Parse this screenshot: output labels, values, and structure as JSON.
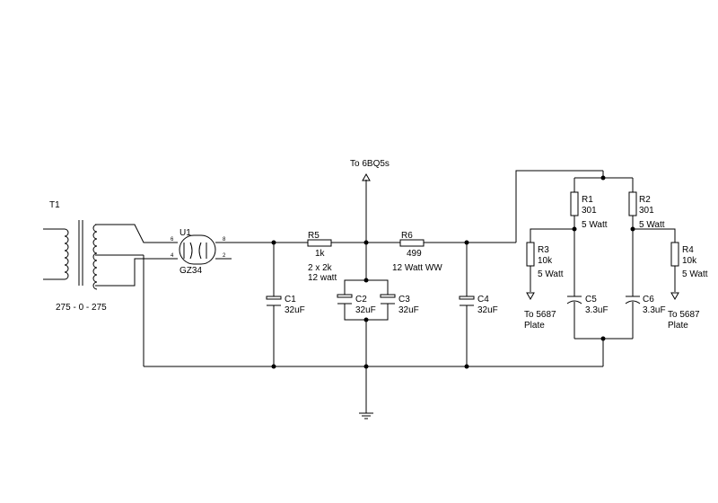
{
  "transformer": {
    "ref": "T1",
    "value": "275 - 0 - 275"
  },
  "rectifier": {
    "ref": "U1",
    "part": "GZ34",
    "pin_a": "6",
    "pin_b": "4",
    "pin_c": "8",
    "pin_d": "2"
  },
  "r5": {
    "ref": "R5",
    "value": "1k",
    "note1": "2 x 2k",
    "note2": "12 watt"
  },
  "r6": {
    "ref": "R6",
    "value": "499",
    "note": "12 Watt WW"
  },
  "output_label": "To 6BQ5s",
  "c1": {
    "ref": "C1",
    "value": "32uF"
  },
  "c2": {
    "ref": "C2",
    "value": "32uF"
  },
  "c3": {
    "ref": "C3",
    "value": "32uF"
  },
  "c4": {
    "ref": "C4",
    "value": "32uF"
  },
  "r1": {
    "ref": "R1",
    "value": "301",
    "power": "5 Watt"
  },
  "r2": {
    "ref": "R2",
    "value": "301",
    "power": "5 Watt"
  },
  "r3": {
    "ref": "R3",
    "value": "10k",
    "power": "5 Watt"
  },
  "r4": {
    "ref": "R4",
    "value": "10k",
    "power": "5 Watt"
  },
  "c5": {
    "ref": "C5",
    "value": "3.3uF"
  },
  "c6": {
    "ref": "C6",
    "value": "3.3uF"
  },
  "plate_left": {
    "line1": "To 5687",
    "line2": "Plate"
  },
  "plate_right": {
    "line1": "To 5687",
    "line2": "Plate"
  }
}
